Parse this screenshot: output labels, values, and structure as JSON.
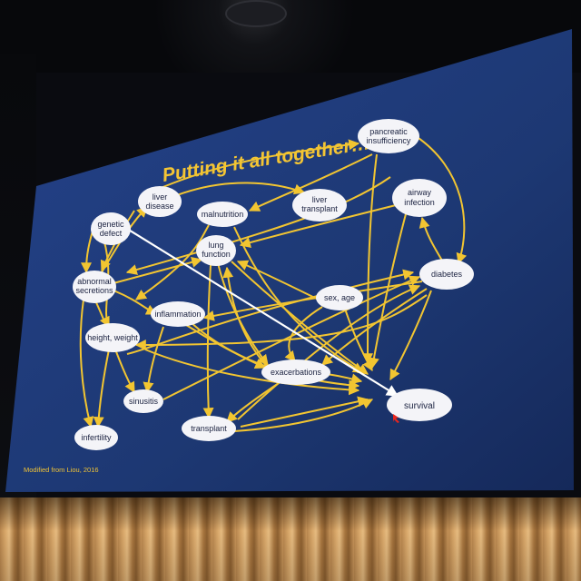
{
  "slide": {
    "title": "Putting it all together…",
    "footnote": "Modified from Liou, 2016"
  },
  "nodes": {
    "pancreatic": [
      "pancreatic",
      "insufficiency"
    ],
    "liver_disease": [
      "liver",
      "disease"
    ],
    "liver_transplant": [
      "liver",
      "transplant"
    ],
    "airway_infection": [
      "airway",
      "infection"
    ],
    "genetic_defect": [
      "genetic",
      "defect"
    ],
    "malnutrition": [
      "malnutrition"
    ],
    "lung_function": [
      "lung",
      "function"
    ],
    "diabetes": [
      "diabetes"
    ],
    "abnormal_secretions": [
      "abnormal",
      "secretions"
    ],
    "sex_age": [
      "sex, age"
    ],
    "inflammation": [
      "inflammation"
    ],
    "height_weight": [
      "height, weight"
    ],
    "exacerbations": [
      "exacerbations"
    ],
    "sinusitis": [
      "sinusitis"
    ],
    "survival": [
      "survival"
    ],
    "transplant": [
      "transplant"
    ],
    "infertility": [
      "infertility"
    ]
  },
  "colors": {
    "slide_background": "#1f3a78",
    "arrow": "#f2c531",
    "highlight_arrow": "#ffffff",
    "node_fill": "#f4f4f8",
    "title": "#f4c534"
  }
}
